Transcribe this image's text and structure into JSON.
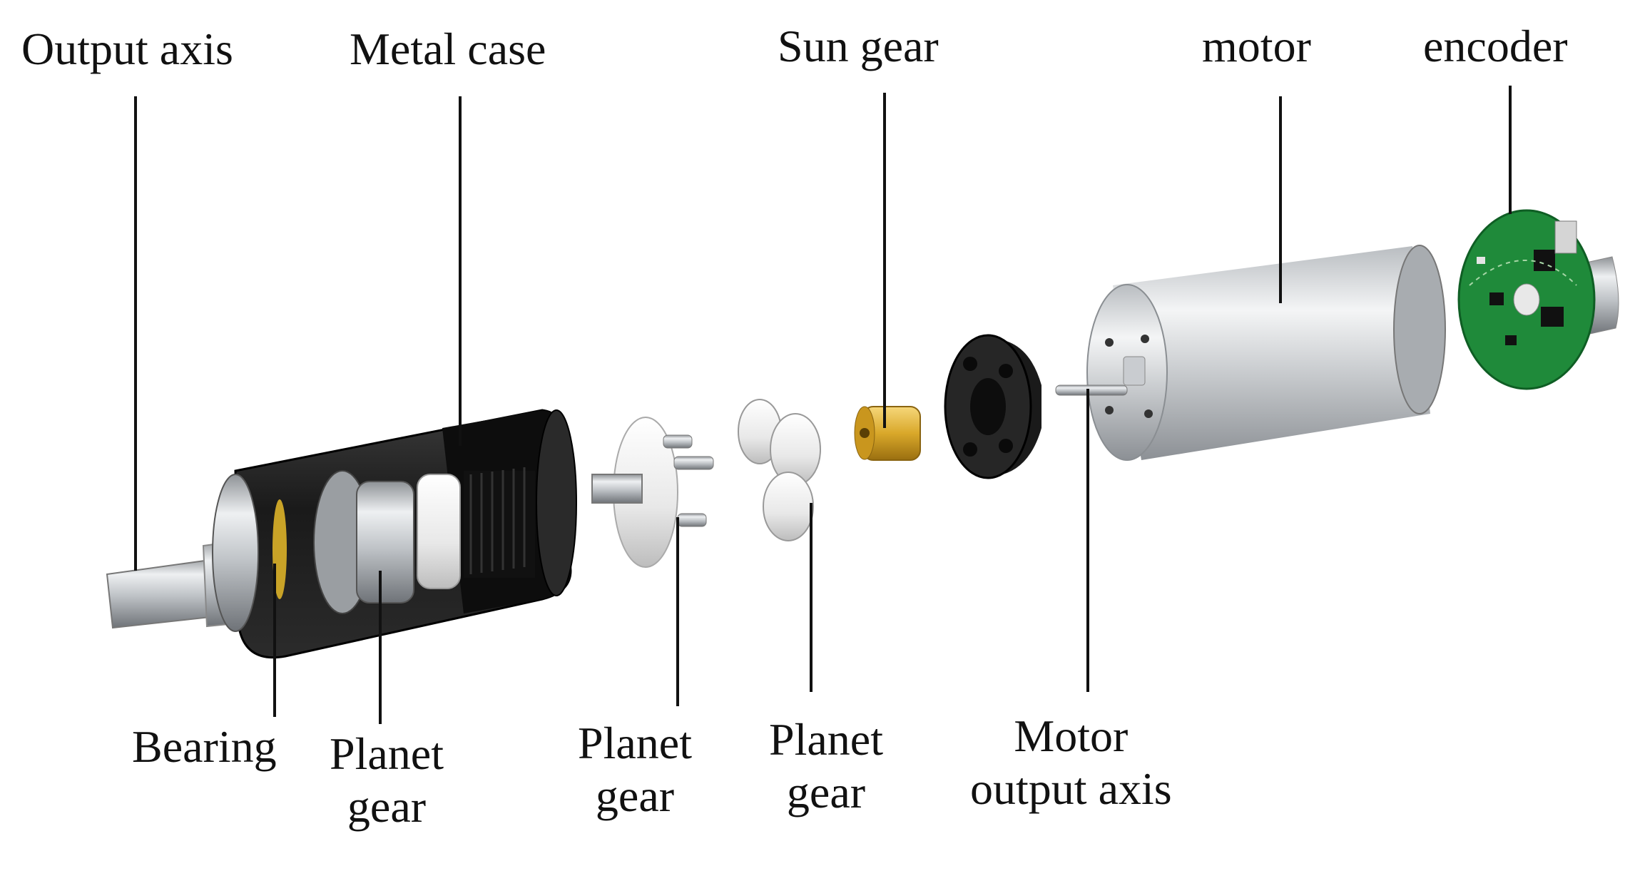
{
  "diagram": {
    "labels": {
      "output_axis": "Output axis",
      "metal_case": "Metal case",
      "sun_gear": "Sun gear",
      "motor": "motor",
      "encoder": "encoder",
      "bearing": "Bearing",
      "planet_gear_1": [
        "Planet",
        "gear"
      ],
      "planet_gear_2": [
        "Planet",
        "gear"
      ],
      "planet_gear_3": [
        "Planet",
        "gear"
      ],
      "motor_output_axis": [
        "Motor",
        "output axis"
      ]
    },
    "colors": {
      "leader_line": "#111111",
      "case": "#1c1c1c",
      "metal": "#c9cccf",
      "plastic_gear": "#f2f2f2",
      "brass_gear": "#d9a82a",
      "pcb": "#1f8a3a"
    }
  }
}
